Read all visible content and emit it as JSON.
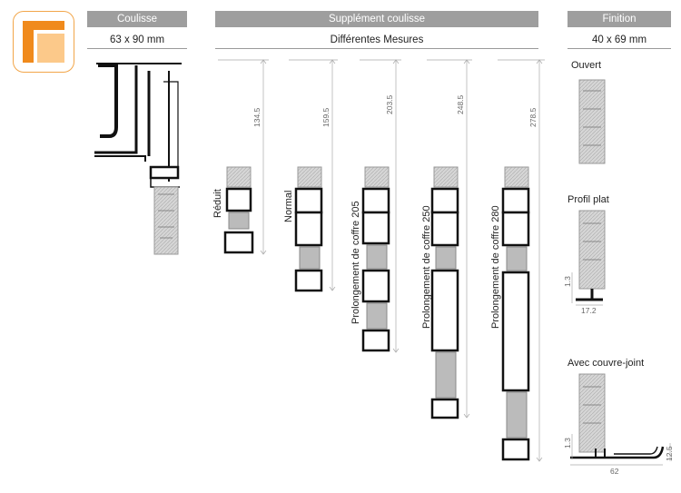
{
  "sections": {
    "coulisse": {
      "title": "Coulisse",
      "subtitle": "63 x 90 mm"
    },
    "supplement": {
      "title": "Supplément coulisse",
      "subtitle": "Différentes Mesures"
    },
    "finition": {
      "title": "Finition",
      "subtitle": "40 x 69 mm"
    }
  },
  "variants": [
    {
      "label": "Réduit",
      "dimension": "134.5"
    },
    {
      "label": "Normal",
      "dimension": "159.5"
    },
    {
      "label": "Prolongement de coffre 205",
      "dimension": "203.5"
    },
    {
      "label": "Prolongement de coffre 250",
      "dimension": "248.5"
    },
    {
      "label": "Prolongement de coffre 280",
      "dimension": "278.5"
    }
  ],
  "finishes": [
    {
      "label": "Ouvert"
    },
    {
      "label": "Profil plat",
      "dim_small": "1.3",
      "dim_width": "17.2"
    },
    {
      "label": "Avec couvre-joint",
      "dim_small": "1.3",
      "dim_width": "62",
      "dim_height": "12.5"
    }
  ],
  "colors": {
    "header_bg": "#9e9e9e",
    "logo_orange": "#f08a1c",
    "logo_light": "#fcc98a"
  }
}
